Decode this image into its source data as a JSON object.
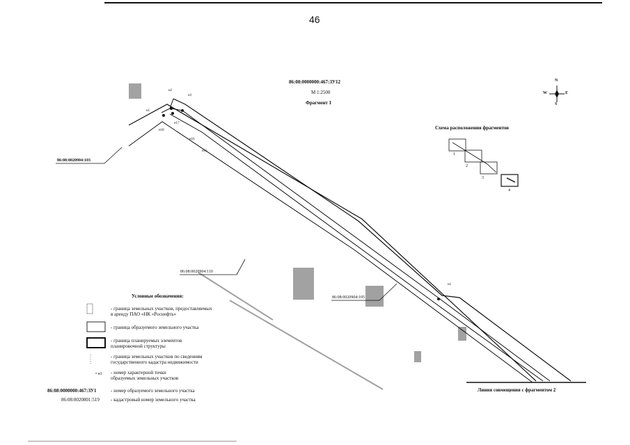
{
  "page_number": "46",
  "header": {
    "parcel_code": "86:08:0000000:467:ЗУ12",
    "scale": "М 1:2500",
    "fragment": "Фрагмент 1"
  },
  "compass": {
    "north": "N",
    "south": "S",
    "west": "W",
    "east": "E"
  },
  "scheme": {
    "title": "Схема расположения фрагментов",
    "boxes": [
      "1",
      "2",
      "3",
      "4"
    ]
  },
  "parcels": {
    "p103": "86:08:0020904:103",
    "p110": "86:08:0020904:110",
    "p105": "86:08:0020904:105"
  },
  "points": {
    "n1": "н1",
    "n2": "н2",
    "n3": "н3",
    "n17": "н17",
    "n18": "н18",
    "n16": "н16",
    "n15": "н15",
    "n_right": "н1"
  },
  "legend": {
    "title": "Условные обозначения:",
    "items": [
      {
        "text": "- граница земельных участков, предоставляемых\nв аренду ПАО «НК «Роснефть»"
      },
      {
        "text": "- граница образуемого земельного участка"
      },
      {
        "text": "- граница планируемых элементов\nпланировочной структуры"
      },
      {
        "text": "- граница земельных участков по сведениям\nгосударственного кадастра недвижимости"
      },
      {
        "symbol": "• н1",
        "text": "- номер характерной точки\nобразуемых земельных участков"
      },
      {
        "symbol": "86:08:0000000:467:ЗУ1",
        "text": "- номер образуемого земельного участка"
      },
      {
        "symbol": "86:08:0020801:519",
        "text": "- кадастровый номер земельного участка"
      }
    ]
  },
  "match_line": "Линия совмещения с фрагментом 2"
}
